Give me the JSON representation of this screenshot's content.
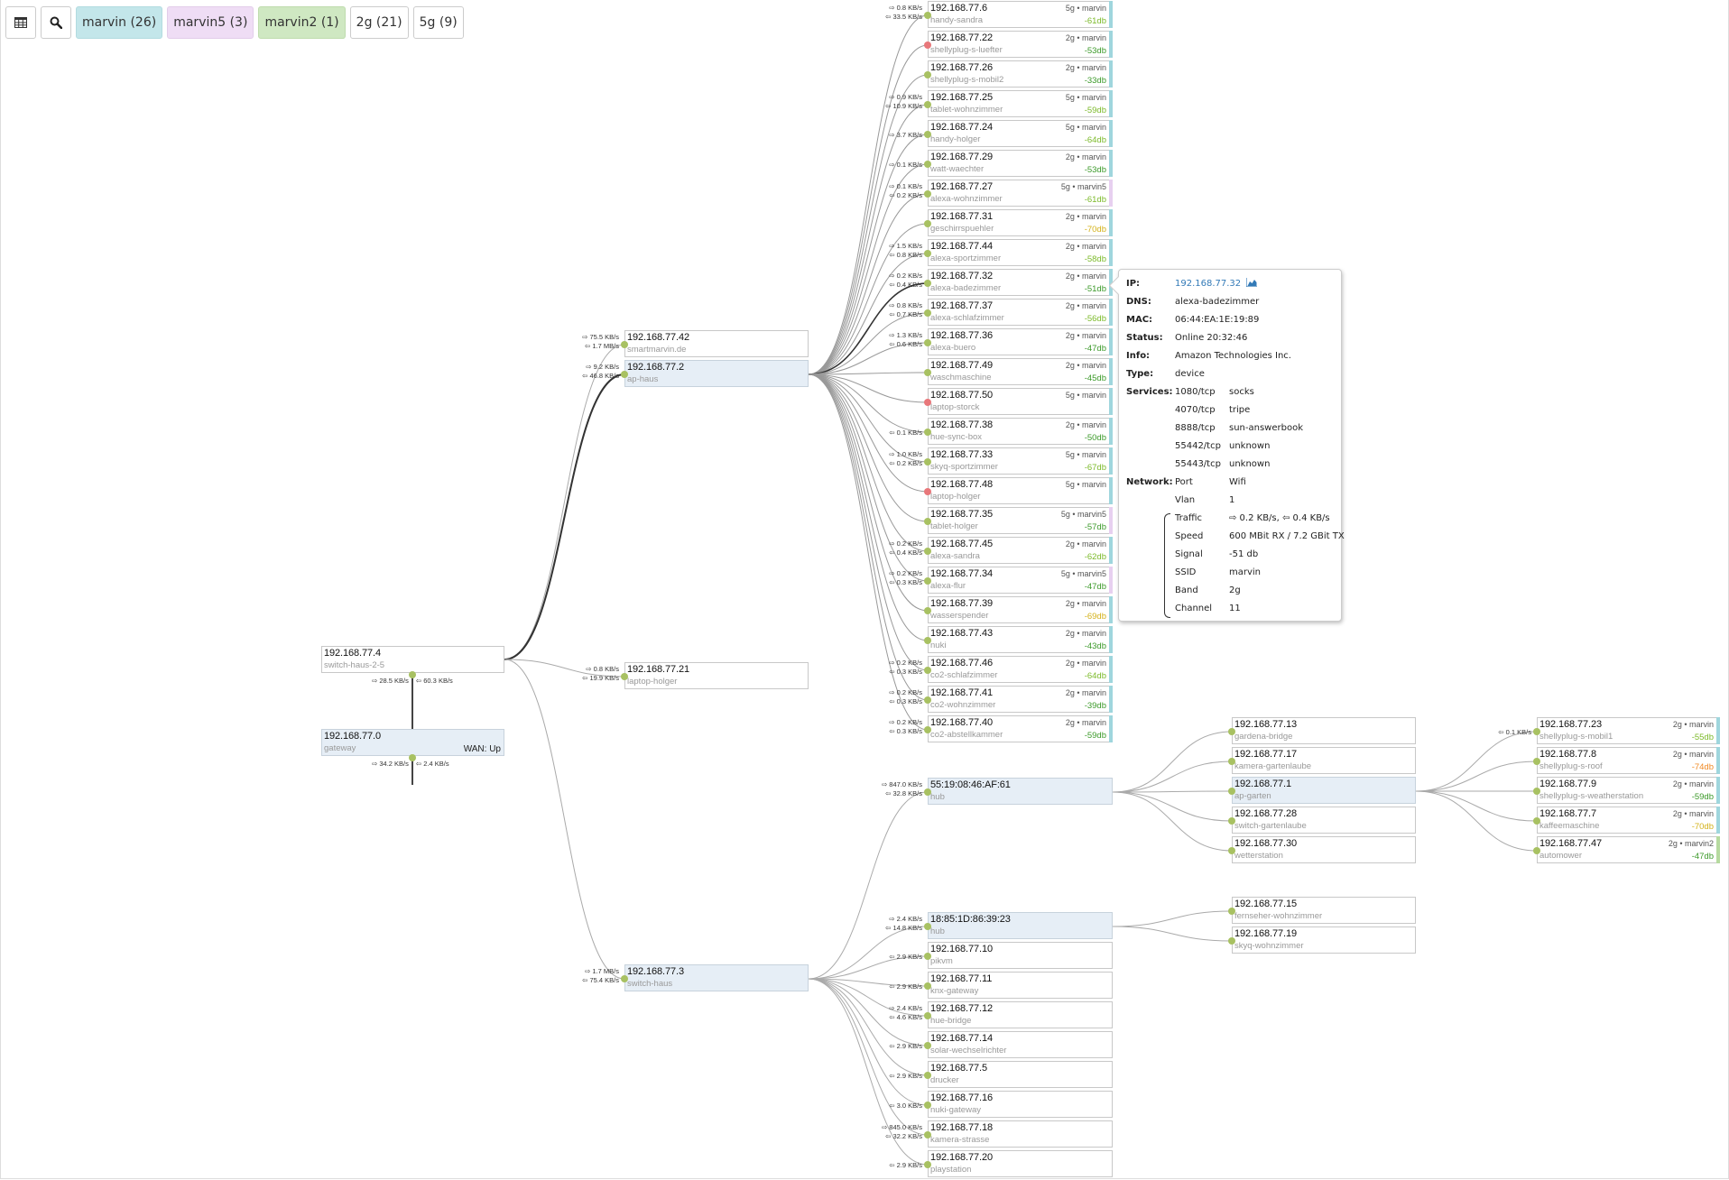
{
  "toolbar": {
    "table_icon": "table-icon",
    "search_icon": "search-icon",
    "filters": [
      {
        "label": "marvin (26)",
        "color": "#c3e6ea"
      },
      {
        "label": "marvin5 (3)",
        "color": "#efddf5"
      },
      {
        "label": "marvin2 (1)",
        "color": "#cfe8c2"
      },
      {
        "label": "2g (21)",
        "color": "#ffffff"
      },
      {
        "label": "5g (9)",
        "color": "#ffffff"
      }
    ]
  },
  "colors": {
    "online": "#a8c162",
    "offline": "#e8777a",
    "ssid_marvin": "#9fd6dd",
    "ssid_marvin5": "#e7d0f0",
    "ssid_marvin2": "#b6da9f",
    "signal_good": "#3c9a2a",
    "signal_ok": "#7cba2a",
    "signal_weak": "#d4b21a",
    "signal_bad": "#f08a24",
    "link": "#337ab7"
  },
  "nodes": {
    "gateway": {
      "ip": "192.168.77.0",
      "dns": "gateway",
      "wan": "WAN: Up",
      "traffic": [
        "⇨ 34.2 KB/s",
        "⇦ 2.4 KB/s"
      ]
    },
    "switch_haus_2_5": {
      "ip": "192.168.77.4",
      "dns": "switch-haus-2-5",
      "traffic": [
        "⇨ 28.5 KB/s",
        "⇦ 60.3 KB/s"
      ]
    },
    "level2": [
      {
        "ip": "192.168.77.42",
        "dns": "smartmarvin.de",
        "traffic": [
          "⇨ 75.5 KB/s",
          "⇦ 1.7 MB/s"
        ],
        "hub": false
      },
      {
        "ip": "192.168.77.2",
        "dns": "ap-haus",
        "traffic": [
          "⇨ 9.2 KB/s",
          "⇦ 46.8 KB/s"
        ],
        "hub": true
      },
      {
        "ip": "192.168.77.21",
        "dns": "laptop-holger",
        "traffic": [
          "⇨ 0.8 KB/s",
          "⇦ 19.9 KB/s"
        ],
        "hub": false
      },
      {
        "ip": "192.168.77.3",
        "dns": "switch-haus",
        "traffic": [
          "⇨ 1.7 MB/s",
          "⇦ 75.4 KB/s"
        ],
        "hub": true
      }
    ],
    "wifi_clients": [
      {
        "ip": "192.168.77.6",
        "dns": "handy-sandra",
        "band": "5g • marvin",
        "signal": "-61db",
        "sq": "ok",
        "ssid": "marvin",
        "online": true,
        "traffic": [
          "⇨ 0.8 KB/s",
          "⇦ 33.5 KB/s"
        ]
      },
      {
        "ip": "192.168.77.22",
        "dns": "shellyplug-s-luefter",
        "band": "2g • marvin",
        "signal": "-53db",
        "sq": "good",
        "ssid": "marvin",
        "online": false,
        "traffic": []
      },
      {
        "ip": "192.168.77.26",
        "dns": "shellyplug-s-mobil2",
        "band": "2g • marvin",
        "signal": "-33db",
        "sq": "good",
        "ssid": "marvin",
        "online": true,
        "traffic": []
      },
      {
        "ip": "192.168.77.25",
        "dns": "tablet-wohnzimmer",
        "band": "5g • marvin",
        "signal": "-59db",
        "sq": "ok",
        "ssid": "marvin",
        "online": true,
        "traffic": [
          "⇨ 0.9 KB/s",
          "⇦ 10.9 KB/s"
        ]
      },
      {
        "ip": "192.168.77.24",
        "dns": "handy-holger",
        "band": "5g • marvin",
        "signal": "-64db",
        "sq": "ok",
        "ssid": "marvin",
        "online": true,
        "traffic": [
          "⇨ 3.7 KB/s"
        ]
      },
      {
        "ip": "192.168.77.29",
        "dns": "watt-waechter",
        "band": "2g • marvin",
        "signal": "-53db",
        "sq": "good",
        "ssid": "marvin",
        "online": true,
        "traffic": [
          "⇨ 0.1 KB/s"
        ]
      },
      {
        "ip": "192.168.77.27",
        "dns": "alexa-wohnzimmer",
        "band": "5g • marvin5",
        "signal": "-61db",
        "sq": "ok",
        "ssid": "marvin5",
        "online": true,
        "traffic": [
          "⇨ 0.1 KB/s",
          "⇦ 0.2 KB/s"
        ]
      },
      {
        "ip": "192.168.77.31",
        "dns": "geschirrspuehler",
        "band": "2g • marvin",
        "signal": "-70db",
        "sq": "weak",
        "ssid": "marvin",
        "online": true,
        "traffic": []
      },
      {
        "ip": "192.168.77.44",
        "dns": "alexa-sportzimmer",
        "band": "2g • marvin",
        "signal": "-58db",
        "sq": "ok",
        "ssid": "marvin",
        "online": true,
        "traffic": [
          "⇨ 1.5 KB/s",
          "⇦ 0.8 KB/s"
        ]
      },
      {
        "ip": "192.168.77.32",
        "dns": "alexa-badezimmer",
        "band": "2g • marvin",
        "signal": "-51db",
        "sq": "good",
        "ssid": "marvin",
        "online": true,
        "traffic": [
          "⇨ 0.2 KB/s",
          "⇦ 0.4 KB/s"
        ]
      },
      {
        "ip": "192.168.77.37",
        "dns": "alexa-schlafzimmer",
        "band": "2g • marvin",
        "signal": "-56db",
        "sq": "ok",
        "ssid": "marvin",
        "online": true,
        "traffic": [
          "⇨ 0.8 KB/s",
          "⇦ 0.7 KB/s"
        ]
      },
      {
        "ip": "192.168.77.36",
        "dns": "alexa-buero",
        "band": "2g • marvin",
        "signal": "-47db",
        "sq": "good",
        "ssid": "marvin",
        "online": true,
        "traffic": [
          "⇨ 1.3 KB/s",
          "⇦ 0.6 KB/s"
        ]
      },
      {
        "ip": "192.168.77.49",
        "dns": "waschmaschine",
        "band": "2g • marvin",
        "signal": "-45db",
        "sq": "good",
        "ssid": "marvin",
        "online": true,
        "traffic": []
      },
      {
        "ip": "192.168.77.50",
        "dns": "laptop-storck",
        "band": "5g • marvin",
        "signal": "",
        "sq": "ok",
        "ssid": "marvin",
        "online": false,
        "traffic": []
      },
      {
        "ip": "192.168.77.38",
        "dns": "hue-sync-box",
        "band": "2g • marvin",
        "signal": "-50db",
        "sq": "good",
        "ssid": "marvin",
        "online": true,
        "traffic": [
          "⇦ 0.1 KB/s"
        ]
      },
      {
        "ip": "192.168.77.33",
        "dns": "skyq-sportzimmer",
        "band": "5g • marvin",
        "signal": "-67db",
        "sq": "ok",
        "ssid": "marvin",
        "online": true,
        "traffic": [
          "⇨ 1.0 KB/s",
          "⇦ 0.2 KB/s"
        ]
      },
      {
        "ip": "192.168.77.48",
        "dns": "laptop-holger",
        "band": "5g • marvin",
        "signal": "",
        "sq": "ok",
        "ssid": "marvin",
        "online": false,
        "traffic": []
      },
      {
        "ip": "192.168.77.35",
        "dns": "tablet-holger",
        "band": "5g • marvin5",
        "signal": "-57db",
        "sq": "good",
        "ssid": "marvin5",
        "online": true,
        "traffic": []
      },
      {
        "ip": "192.168.77.45",
        "dns": "alexa-sandra",
        "band": "2g • marvin",
        "signal": "-62db",
        "sq": "ok",
        "ssid": "marvin",
        "online": true,
        "traffic": [
          "⇨ 0.2 KB/s",
          "⇦ 0.4 KB/s"
        ]
      },
      {
        "ip": "192.168.77.34",
        "dns": "alexa-flur",
        "band": "5g • marvin5",
        "signal": "-47db",
        "sq": "good",
        "ssid": "marvin5",
        "online": true,
        "traffic": [
          "⇨ 0.2 KB/s",
          "⇦ 0.3 KB/s"
        ]
      },
      {
        "ip": "192.168.77.39",
        "dns": "wasserspender",
        "band": "2g • marvin",
        "signal": "-69db",
        "sq": "weak",
        "ssid": "marvin",
        "online": true,
        "traffic": []
      },
      {
        "ip": "192.168.77.43",
        "dns": "nuki",
        "band": "2g • marvin",
        "signal": "-43db",
        "sq": "good",
        "ssid": "marvin",
        "online": true,
        "traffic": []
      },
      {
        "ip": "192.168.77.46",
        "dns": "co2-schlafzimmer",
        "band": "2g • marvin",
        "signal": "-64db",
        "sq": "ok",
        "ssid": "marvin",
        "online": true,
        "traffic": [
          "⇨ 0.2 KB/s",
          "⇦ 0.3 KB/s"
        ]
      },
      {
        "ip": "192.168.77.41",
        "dns": "co2-wohnzimmer",
        "band": "2g • marvin",
        "signal": "-39db",
        "sq": "good",
        "ssid": "marvin",
        "online": true,
        "traffic": [
          "⇨ 0.2 KB/s",
          "⇦ 0.3 KB/s"
        ]
      },
      {
        "ip": "192.168.77.40",
        "dns": "co2-abstellkammer",
        "band": "2g • marvin",
        "signal": "-59db",
        "sq": "good",
        "ssid": "marvin",
        "online": true,
        "traffic": [
          "⇨ 0.2 KB/s",
          "⇦ 0.3 KB/s"
        ]
      }
    ],
    "switch_haus_children": [
      {
        "ip": "55:19:08:46:AF:61",
        "dns": "hub",
        "hub": true,
        "traffic": [
          "⇨ 847.0 KB/s",
          "⇦ 32.8 KB/s"
        ]
      },
      {
        "ip": "18:85:1D:86:39:23",
        "dns": "hub",
        "hub": true,
        "traffic": [
          "⇨ 2.4 KB/s",
          "⇦ 14.8 KB/s"
        ]
      },
      {
        "ip": "192.168.77.10",
        "dns": "pikvm",
        "hub": false,
        "traffic": [
          "⇦ 2.9 KB/s"
        ]
      },
      {
        "ip": "192.168.77.11",
        "dns": "knx-gateway",
        "hub": false,
        "traffic": [
          "⇦ 2.9 KB/s"
        ]
      },
      {
        "ip": "192.168.77.12",
        "dns": "hue-bridge",
        "hub": false,
        "traffic": [
          "⇨ 2.4 KB/s",
          "⇦ 4.6 KB/s"
        ]
      },
      {
        "ip": "192.168.77.14",
        "dns": "solar-wechselrichter",
        "hub": false,
        "traffic": [
          "⇦ 2.9 KB/s"
        ]
      },
      {
        "ip": "192.168.77.5",
        "dns": "drucker",
        "hub": false,
        "traffic": [
          "⇦ 2.9 KB/s"
        ]
      },
      {
        "ip": "192.168.77.16",
        "dns": "nuki-gateway",
        "hub": false,
        "traffic": [
          "⇦ 3.0 KB/s"
        ]
      },
      {
        "ip": "192.168.77.18",
        "dns": "kamera-strasse",
        "hub": false,
        "traffic": [
          "⇨ 845.0 KB/s",
          "⇦ 32.2 KB/s"
        ]
      },
      {
        "ip": "192.168.77.20",
        "dns": "playstation",
        "hub": false,
        "traffic": [
          "⇦ 2.9 KB/s"
        ]
      }
    ],
    "hub1_children": [
      {
        "ip": "192.168.77.13",
        "dns": "gardena-bridge",
        "hub": false
      },
      {
        "ip": "192.168.77.17",
        "dns": "kamera-gartenlaube",
        "hub": false
      },
      {
        "ip": "192.168.77.1",
        "dns": "ap-garten",
        "hub": true
      },
      {
        "ip": "192.168.77.28",
        "dns": "switch-gartenlaube",
        "hub": false
      },
      {
        "ip": "192.168.77.30",
        "dns": "wetterstation",
        "hub": false
      }
    ],
    "hub2_children": [
      {
        "ip": "192.168.77.15",
        "dns": "fernseher-wohnzimmer",
        "hub": false
      },
      {
        "ip": "192.168.77.19",
        "dns": "skyq-wohnzimmer",
        "hub": false
      }
    ],
    "ap_garten_clients": [
      {
        "ip": "192.168.77.23",
        "dns": "shellyplug-s-mobil1",
        "band": "2g • marvin",
        "signal": "-55db",
        "sq": "ok",
        "ssid": "marvin",
        "online": true,
        "traffic": [
          "⇦ 0.1 KB/s"
        ]
      },
      {
        "ip": "192.168.77.8",
        "dns": "shellyplug-s-roof",
        "band": "2g • marvin",
        "signal": "-74db",
        "sq": "bad",
        "ssid": "marvin",
        "online": true,
        "traffic": []
      },
      {
        "ip": "192.168.77.9",
        "dns": "shellyplug-s-weatherstation",
        "band": "2g • marvin",
        "signal": "-59db",
        "sq": "good",
        "ssid": "marvin",
        "online": true,
        "traffic": []
      },
      {
        "ip": "192.168.77.7",
        "dns": "kaffeemaschine",
        "band": "2g • marvin",
        "signal": "-70db",
        "sq": "weak",
        "ssid": "marvin",
        "online": true,
        "traffic": []
      },
      {
        "ip": "192.168.77.47",
        "dns": "automower",
        "band": "2g • marvin2",
        "signal": "-47db",
        "sq": "good",
        "ssid": "marvin2",
        "online": true,
        "traffic": []
      }
    ]
  },
  "tooltip": {
    "ip_label": "IP:",
    "ip": "192.168.77.32",
    "chart_icon": "area-chart-icon",
    "dns_label": "DNS:",
    "dns": "alexa-badezimmer",
    "mac_label": "MAC:",
    "mac": "06:44:EA:1E:19:89",
    "status_label": "Status:",
    "status": "Online 20:32:46",
    "info_label": "Info:",
    "info": "Amazon Technologies Inc.",
    "type_label": "Type:",
    "type": "device",
    "services_label": "Services:",
    "services": [
      {
        "port": "1080/tcp",
        "name": "socks"
      },
      {
        "port": "4070/tcp",
        "name": "tripe"
      },
      {
        "port": "8888/tcp",
        "name": "sun-answerbook"
      },
      {
        "port": "55442/tcp",
        "name": "unknown"
      },
      {
        "port": "55443/tcp",
        "name": "unknown"
      }
    ],
    "network_label": "Network:",
    "network": [
      {
        "key": "Port",
        "value": "Wifi"
      },
      {
        "key": "Vlan",
        "value": "1"
      },
      {
        "key": "Traffic",
        "value": "⇨ 0.2 KB/s, ⇦ 0.4 KB/s"
      },
      {
        "key": "Speed",
        "value": "600 MBit RX / 7.2 GBit TX"
      },
      {
        "key": "Signal",
        "value": "-51 db"
      },
      {
        "key": "SSID",
        "value": "marvin"
      },
      {
        "key": "Band",
        "value": "2g"
      },
      {
        "key": "Channel",
        "value": "11"
      }
    ]
  }
}
